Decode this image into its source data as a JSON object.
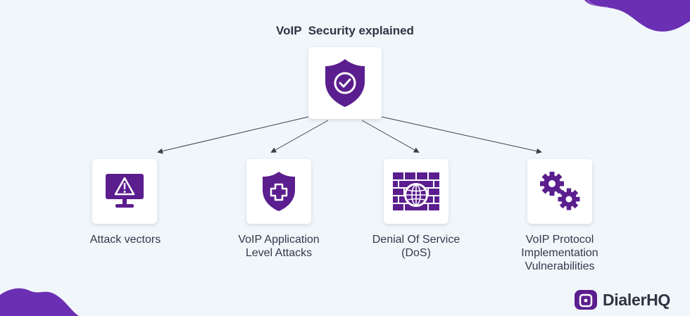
{
  "title": "VoIP  Security explained",
  "nodes": [
    {
      "id": "attack-vectors",
      "lines": [
        "Attack vectors"
      ],
      "icon": "monitor-warning-icon"
    },
    {
      "id": "app-level-attacks",
      "lines": [
        "VoIP Application",
        "Level Attacks"
      ],
      "icon": "shield-plus-icon"
    },
    {
      "id": "dos",
      "lines": [
        "Denial Of Service",
        "(DoS)"
      ],
      "icon": "firewall-globe-icon"
    },
    {
      "id": "protocol-vulns",
      "lines": [
        "VoIP Protocol",
        "Implementation",
        "Vulnerabilities"
      ],
      "icon": "gears-icon"
    }
  ],
  "root_icon": "shield-check-icon",
  "brand": {
    "name": "DialerHQ",
    "icon": "dialerhq-logo-icon"
  },
  "colors": {
    "accent": "#5b1e8e",
    "background": "#f1f6fb",
    "arrow": "#3a3f4a",
    "text": "#2f3a4a"
  }
}
